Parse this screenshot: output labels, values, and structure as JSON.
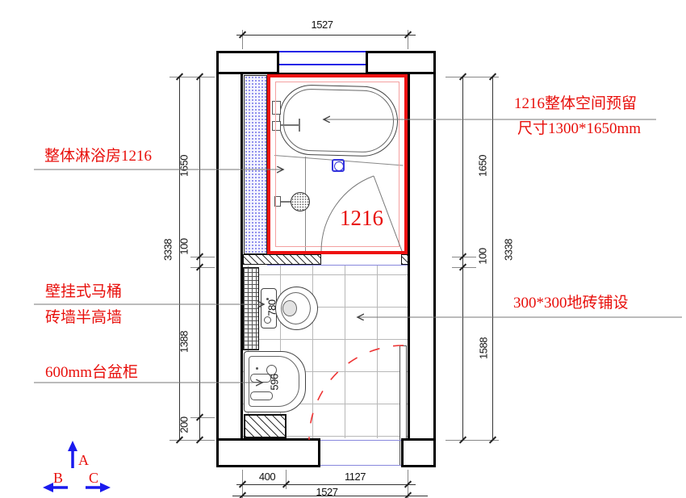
{
  "callouts": {
    "shower_room": "整体淋浴房1216",
    "reserve_line1": "1216整体空间预留",
    "reserve_line2": "尺寸1300*1650mm",
    "toilet_line1": "壁挂式马桶",
    "toilet_line2": "砖墙半高墙",
    "basin": "600mm台盆柜",
    "floor_tile": "300*300地砖铺设",
    "shower_number": "1216"
  },
  "dims": {
    "top_total": "1527",
    "bottom_seg1": "400",
    "bottom_seg2": "1127",
    "bottom_total": "1527",
    "left_seg1": "1650",
    "left_seg2": "100",
    "left_seg3": "1388",
    "left_seg4": "200",
    "left_total": "3338",
    "right_seg1": "1650",
    "right_seg2": "100",
    "right_seg3": "1588",
    "right_total": "3338",
    "toilet_width": "780",
    "basin_width": "596"
  },
  "compass": {
    "up": "A",
    "left": "B",
    "right": "C"
  },
  "colors": {
    "annotation_red": "#e8100c",
    "shower_outline_red": "#ee1111",
    "window_blue": "#2525e6",
    "door_swing_red": "#ee3333",
    "wall_black": "#000000",
    "tile_grid_gray": "#b8b8b8"
  }
}
